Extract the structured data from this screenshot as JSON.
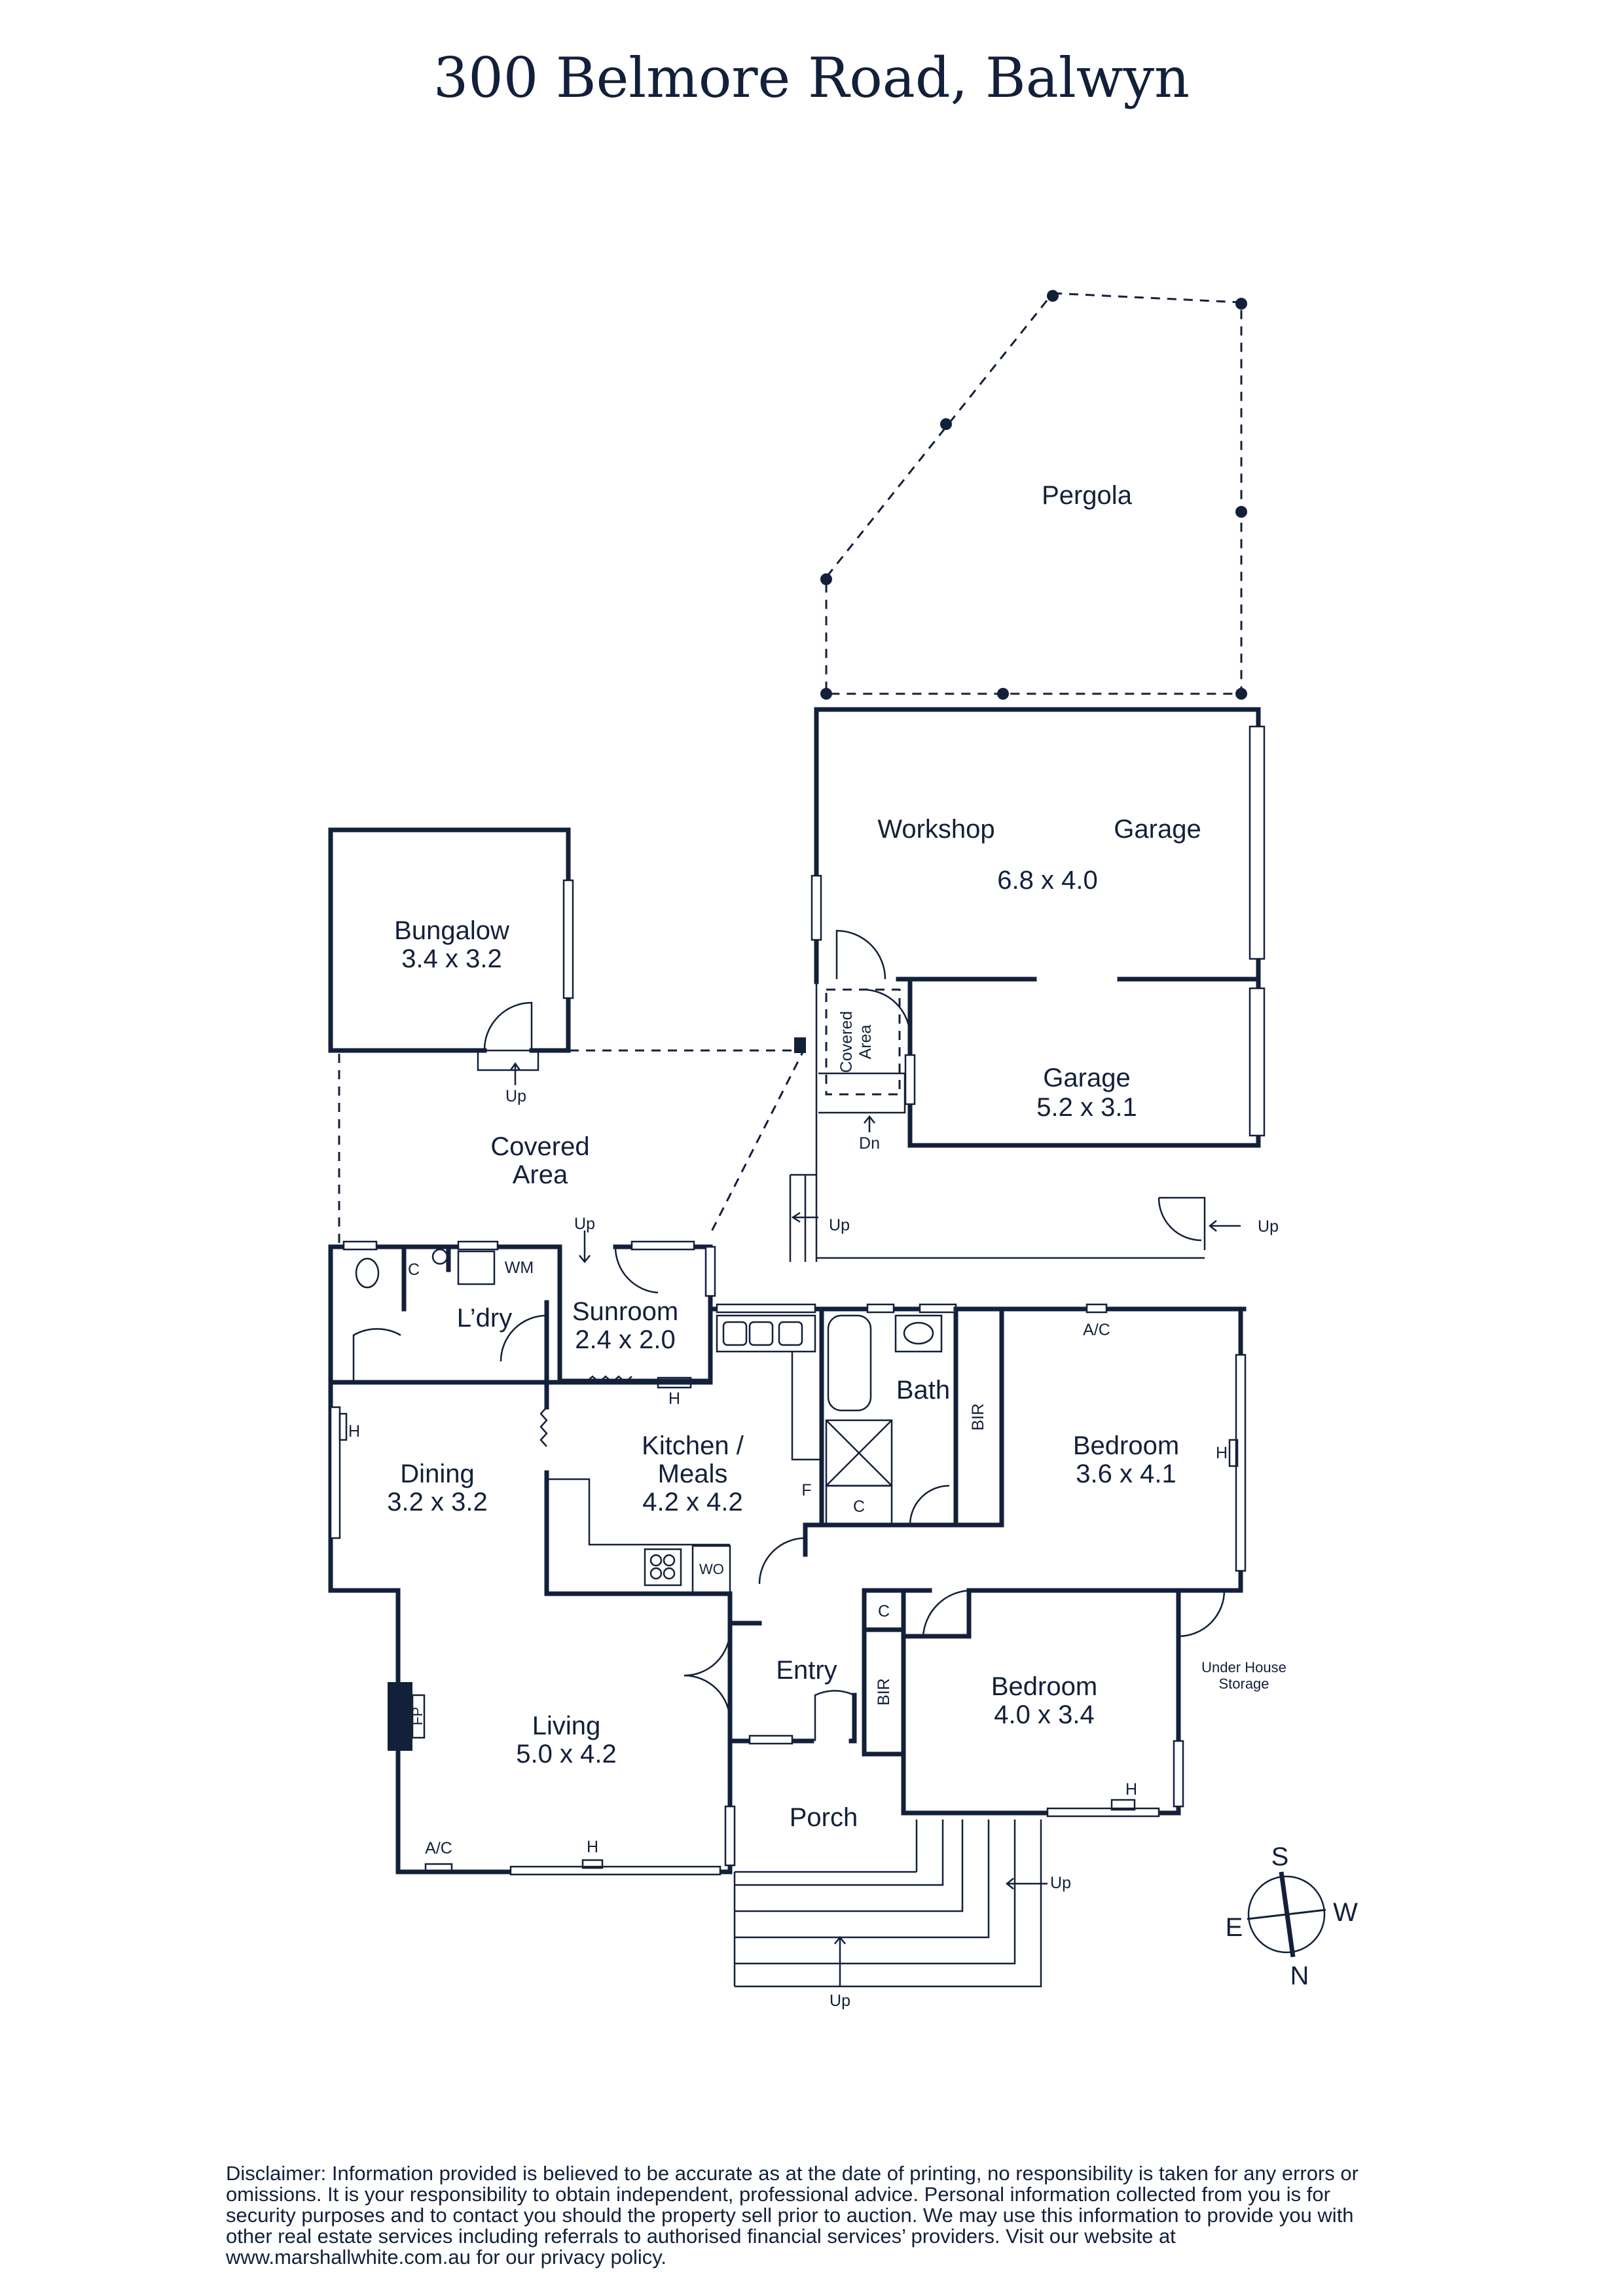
{
  "title": "300 Belmore Road, Balwyn",
  "rooms": {
    "pergola": "Pergola",
    "workshop": "Workshop",
    "garage_top": "Garage",
    "workshop_dims": "6.8 x 4.0",
    "garage": "Garage",
    "garage_dims": "5.2 x 3.1",
    "bungalow": "Bungalow",
    "bungalow_dims": "3.4 x 3.2",
    "covered_area_a": "Covered",
    "covered_area_b": "Area",
    "covered_small_a": "Covered",
    "covered_small_b": "Area",
    "laundry": "L’dry",
    "sunroom": "Sunroom",
    "sunroom_dims": "2.4 x 2.0",
    "dining": "Dining",
    "dining_dims": "3.2 x 3.2",
    "kitchen_a": "Kitchen /",
    "kitchen_b": "Meals",
    "kitchen_dims": "4.2 x 4.2",
    "bath": "Bath",
    "bedroom1": "Bedroom",
    "bedroom1_dims": "3.6 x 4.1",
    "bedroom2": "Bedroom",
    "bedroom2_dims": "4.0 x 3.4",
    "entry": "Entry",
    "living": "Living",
    "living_dims": "5.0 x 4.2",
    "porch": "Porch",
    "under_house_a": "Under House",
    "under_house_b": "Storage"
  },
  "fixtures": {
    "up": "Up",
    "dn": "Dn",
    "h": "H",
    "ac": "A/C",
    "c": "C",
    "wm": "WM",
    "f": "F",
    "bir": "BIR",
    "wo": "WO",
    "fp": "FP"
  },
  "compass": {
    "s": "S",
    "w": "W",
    "e": "E",
    "n": "N"
  },
  "disclaimer": "Disclaimer: Information provided is believed to be accurate as at the date of printing, no responsibility is taken for any errors or omissions. It is your responsibility to obtain independent, professional advice. Personal information collected from you is for security purposes and to contact you should the property sell prior to auction. We may use this information to provide you with other real estate services including referrals to authorised financial services’ providers. Visit our website at www.marshallwhite.com.au for our privacy policy.",
  "colors": {
    "ink": "#13203a",
    "background": "#ffffff"
  }
}
